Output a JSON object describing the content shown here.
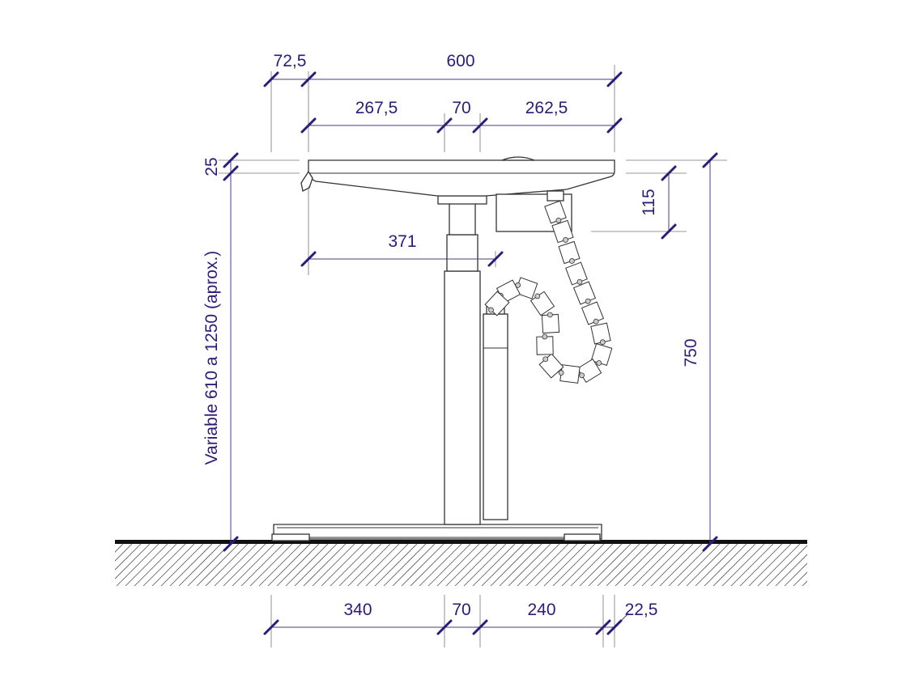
{
  "dimensions": {
    "top_overhang": "72,5",
    "top_width": "600",
    "top_left_segment": "267,5",
    "column_width_top": "70",
    "top_right_segment": "262,5",
    "top_thickness": "25",
    "box_depth": "115",
    "column_offset": "371",
    "height_range": "Variable 610 a 1250 (aprox.)",
    "total_height": "750",
    "base_left": "340",
    "column_width_base": "70",
    "base_right": "240",
    "base_overhang": "22,5"
  },
  "colors": {
    "dimension": "#2e1a78",
    "outline": "#333333",
    "floor": "#111111"
  }
}
